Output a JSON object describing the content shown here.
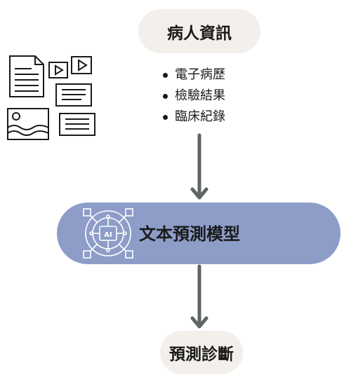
{
  "input": {
    "title": "病人資訊",
    "items": [
      "電子病歷",
      "檢驗結果",
      "臨床紀錄"
    ]
  },
  "model": {
    "label": "文本預測模型",
    "chip_text": "AI"
  },
  "output": {
    "title": "預測診斷"
  },
  "colors": {
    "pill_bg": "#f3efeb",
    "model_bar": "#8d9dc8",
    "arrow": "#5f6566"
  },
  "icons": [
    "document-icon",
    "video-icon",
    "text-card-icon",
    "image-icon",
    "ai-chip-icon"
  ]
}
